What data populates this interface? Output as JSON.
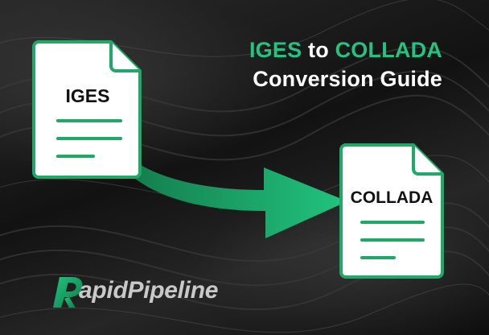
{
  "title": {
    "format_from": "IGES",
    "connector": "to",
    "format_to": "COLLADA",
    "subtitle": "Conversion Guide"
  },
  "source_doc": {
    "label": "IGES"
  },
  "target_doc": {
    "label": "COLLADA"
  },
  "logo": {
    "first_letter": "R",
    "text": "apidPipeline"
  },
  "colors": {
    "accent": "#22c47f",
    "doc_border": "#1fa866",
    "text_dark": "#111111"
  },
  "icons": [
    "document-icon",
    "arrow-icon",
    "logo-mark"
  ]
}
